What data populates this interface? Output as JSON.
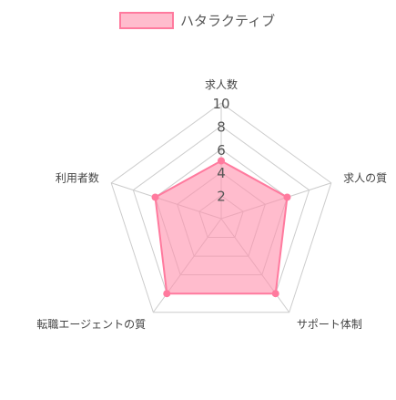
{
  "chart_data": {
    "type": "radar",
    "categories": [
      "求人数",
      "求人の質",
      "サポート体制",
      "転職エージェントの質",
      "利用者数"
    ],
    "series": [
      {
        "name": "ハタラクティブ",
        "values": [
          5,
          6,
          8,
          8,
          6
        ]
      }
    ],
    "rlim": [
      0,
      10
    ],
    "ticks": [
      "2",
      "4",
      "6",
      "8",
      "10"
    ],
    "legend_position": "top-center",
    "grid": true,
    "colors": {
      "fill": "#ff8fab",
      "fill_opacity": 0.6,
      "stroke": "#ff7a9e",
      "point": "#ff7a9e",
      "grid": "#cccccc",
      "tick_text": "#555555",
      "category_text": "#444444",
      "legend_text": "#555555"
    }
  }
}
